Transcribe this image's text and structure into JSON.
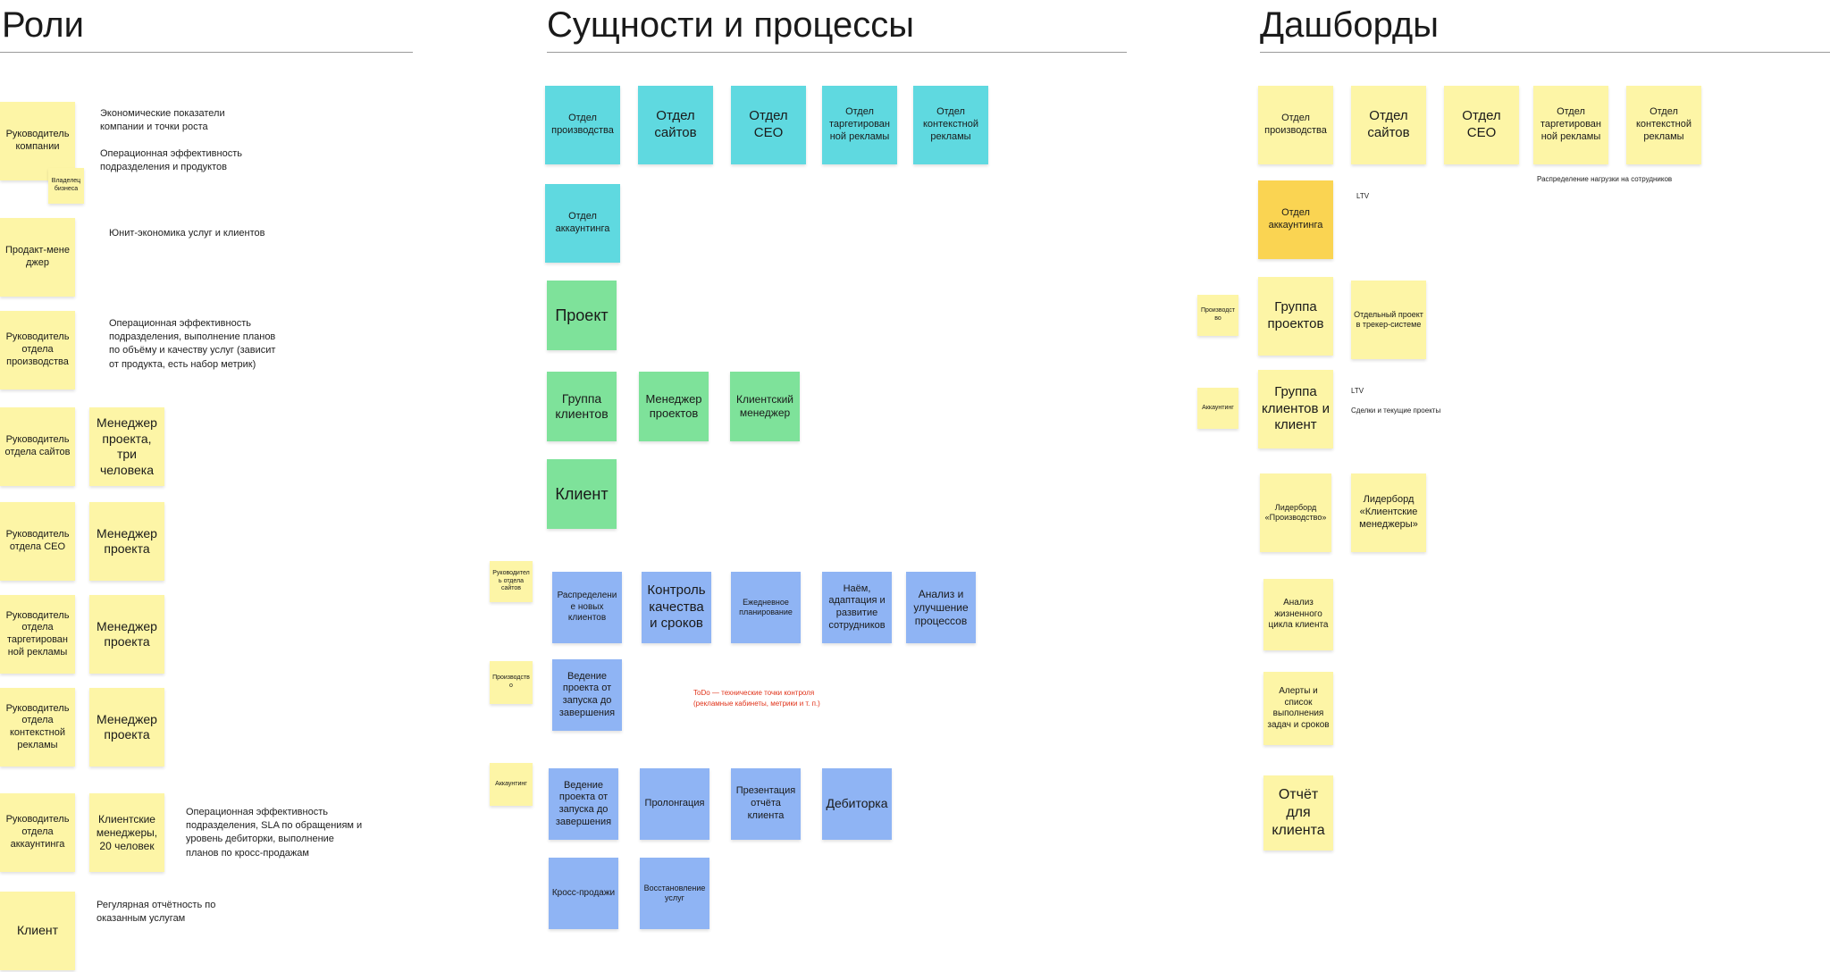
{
  "sections": {
    "roles": "Роли",
    "entities": "Сущности и процессы",
    "dashboards": "Дашборды"
  },
  "roles": {
    "ceo": "Руководитель компании",
    "business_owner": "Владелец бизнеса",
    "product_manager": "Продакт-мене джер",
    "head_production": "Руководитель отдела производства",
    "head_sites": "Руководитель отдела сайтов",
    "head_seo": "Руководитель отдела CEO",
    "head_targeted": "Руководитель отдела таргетирован ной рекламы",
    "head_context": "Руководитель отдела контекстной рекламы",
    "head_accounting": "Руководитель отдела аккаунтинга",
    "client": "Клиент",
    "pm_three": "Менеджер проекта, три человека",
    "pm_seo": "Менеджер проекта",
    "pm_targeted": "Менеджер проекта",
    "pm_context": "Менеджер проекта",
    "client_managers": "Клиентские менеджеры, 20 человек"
  },
  "role_notes": {
    "ceo_1": "Экономические показатели компании и точки роста",
    "ceo_2": "Операционная эффективность подразделения и продуктов",
    "product": "Юнит-экономика услуг и клиентов",
    "production": "Операционная эффективность подразделения, выполнение планов по объёму и качеству услуг (зависит от продукта, есть набор метрик)",
    "accounting": "Операционная эффективность подразделения, SLA по обращениям и уровень дебиторки, выполнение планов по кросс-продажам",
    "client": "Регулярная отчётность по оказанным услугам"
  },
  "entities": {
    "dept_production": "Отдел производства",
    "dept_sites": "Отдел сайтов",
    "dept_seo": "Отдел CEO",
    "dept_targeted": "Отдел таргетирован ной рекламы",
    "dept_context": "Отдел контекстной рекламы",
    "dept_accounting": "Отдел аккаунтинга",
    "project": "Проект",
    "client_group": "Группа клиентов",
    "project_manager": "Менеджер проектов",
    "client_manager": "Клиентский менеджер",
    "client": "Клиент"
  },
  "processes": {
    "tag_head_sites": "Руководитель отдела сайтов",
    "tag_production": "Производство",
    "tag_accounting": "Аккаунтинг",
    "distribution": "Распределение новых клиентов",
    "quality": "Контроль качества и сроков",
    "daily_planning": "Ежедневное планирование",
    "hiring": "Наём, адаптация и развитие сотрудников",
    "analysis": "Анализ и улучшение процессов",
    "project_lead_1": "Ведение проекта от запуска до завершения",
    "todo": "ToDo — технические точки контроля (рекламные кабинеты, метрики и т. п.)",
    "project_lead_2": "Ведение проекта от запуска до завершения",
    "prolongation": "Пролонгация",
    "report_presentation": "Презентация отчёта клиента",
    "receivables": "Дебиторка",
    "cross_sales": "Кросс-продажи",
    "restoration": "Восстановление услуг"
  },
  "dashboards": {
    "dept_production": "Отдел производства",
    "dept_sites": "Отдел сайтов",
    "dept_seo": "Отдел CEO",
    "dept_targeted": "Отдел таргетирован ной рекламы",
    "dept_context": "Отдел контекстной рекламы",
    "load_note": "Распределение нагрузки на сотрудников",
    "dept_accounting": "Отдел аккаунтинга",
    "ltv_1": "LTV",
    "tag_production": "Производство",
    "project_group": "Группа проектов",
    "separate_project": "Отдельный проект в трекер-системе",
    "tag_accounting": "Аккаунтинг",
    "client_group": "Группа клиентов и клиент",
    "ltv_2": "LTV",
    "deals": "Сделки и текущие проекты",
    "leaderboard_production": "Лидерборд «Производство»",
    "leaderboard_managers": "Лидерборд «Клиентские менеджеры»",
    "lifecycle": "Анализ жизненного цикла клиента",
    "alerts": "Алерты и список выполнения задач и сроков",
    "client_report": "Отчёт для клиента"
  },
  "colors": {
    "yellow": "#fdf5a6",
    "dark_yellow": "#fad452",
    "cyan": "#5fd9e0",
    "green": "#7ee29a",
    "blue": "#8fb4f4",
    "todo_red": "#e0331a"
  }
}
